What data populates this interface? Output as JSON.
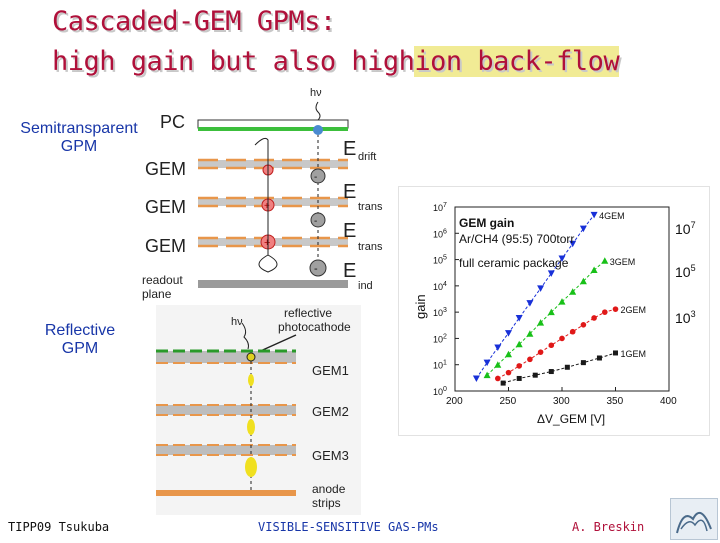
{
  "title": {
    "line1": "Cascaded-GEM GPMs:",
    "line2_a": "high gain but also high",
    "line2_b": "ion back-flow"
  },
  "labels": {
    "semitransparent": "Semitransparent",
    "semitransparent_gpm": "GPM",
    "reflective": "Reflective",
    "reflective_gpm": "GPM"
  },
  "top_diagram": {
    "photon": "hν",
    "pc": "PC",
    "gem1": "GEM",
    "gem2": "GEM",
    "gem3": "GEM",
    "readout1": "readout",
    "readout2": "plane",
    "e_drift": "E",
    "e_drift_sub": "drift",
    "e_trans1": "E",
    "e_trans1_sub": "trans",
    "e_trans2": "E",
    "e_trans2_sub": "trans",
    "e_ind": "E",
    "e_ind_sub": "ind"
  },
  "bottom_diagram": {
    "photon": "hν",
    "photocathode1": "reflective",
    "photocathode2": "photocathode",
    "gem1": "GEM1",
    "gem2": "GEM2",
    "gem3": "GEM3",
    "anode1": "anode",
    "anode2": "strips"
  },
  "gain_markers": {
    "m1": "10",
    "m1_exp": "7",
    "m2": "10",
    "m2_exp": "5",
    "m3": "10",
    "m3_exp": "3"
  },
  "chart_data": {
    "type": "scatter",
    "title": "GEM gain",
    "annotations": [
      "GEM gain",
      "Ar/CH4 (95:5) 700torr",
      "full ceramic package"
    ],
    "xlabel": "ΔV_GEM [V]",
    "ylabel": "gain",
    "xlim": [
      200,
      400
    ],
    "ylim": [
      1,
      10000000
    ],
    "yscale": "log",
    "x_ticks": [
      "200",
      "250",
      "300",
      "350",
      "400"
    ],
    "y_ticks": [
      "10^0",
      "10^1",
      "10^2",
      "10^3",
      "10^4",
      "10^5",
      "10^6",
      "10^7"
    ],
    "series": [
      {
        "name": "1GEM",
        "color": "#1a1a1a",
        "marker": "square",
        "x": [
          245,
          260,
          275,
          290,
          305,
          320,
          335,
          350
        ],
        "y": [
          2,
          3,
          4,
          5.5,
          8,
          12,
          18,
          28
        ]
      },
      {
        "name": "2GEM",
        "color": "#e01818",
        "marker": "circle",
        "x": [
          240,
          250,
          260,
          270,
          280,
          290,
          300,
          310,
          320,
          330,
          340,
          350
        ],
        "y": [
          3,
          5,
          9,
          16,
          30,
          55,
          100,
          180,
          330,
          600,
          1000,
          1300
        ]
      },
      {
        "name": "3GEM",
        "color": "#18c018",
        "marker": "triangle-up",
        "x": [
          230,
          240,
          250,
          260,
          270,
          280,
          290,
          300,
          310,
          320,
          330,
          340
        ],
        "y": [
          4,
          10,
          25,
          60,
          150,
          400,
          1000,
          2500,
          6000,
          15000,
          40000,
          90000
        ]
      },
      {
        "name": "4GEM",
        "color": "#1830d8",
        "marker": "triangle-down",
        "x": [
          220,
          230,
          240,
          250,
          260,
          270,
          280,
          290,
          300,
          310,
          320,
          330
        ],
        "y": [
          3,
          12,
          45,
          160,
          600,
          2200,
          8000,
          30000,
          110000,
          400000,
          1500000,
          5000000
        ]
      }
    ]
  },
  "footer": {
    "left": "TIPP09 Tsukuba",
    "center": "VISIBLE-SENSITIVE GAS-PMs",
    "right": "A. Breskin"
  },
  "colors": {
    "title": "#b0103a",
    "label_blue": "#1836a8",
    "gem_orange": "#e8964a",
    "pc_green": "#3cbf3c"
  },
  "logo": "weizmann-logo"
}
